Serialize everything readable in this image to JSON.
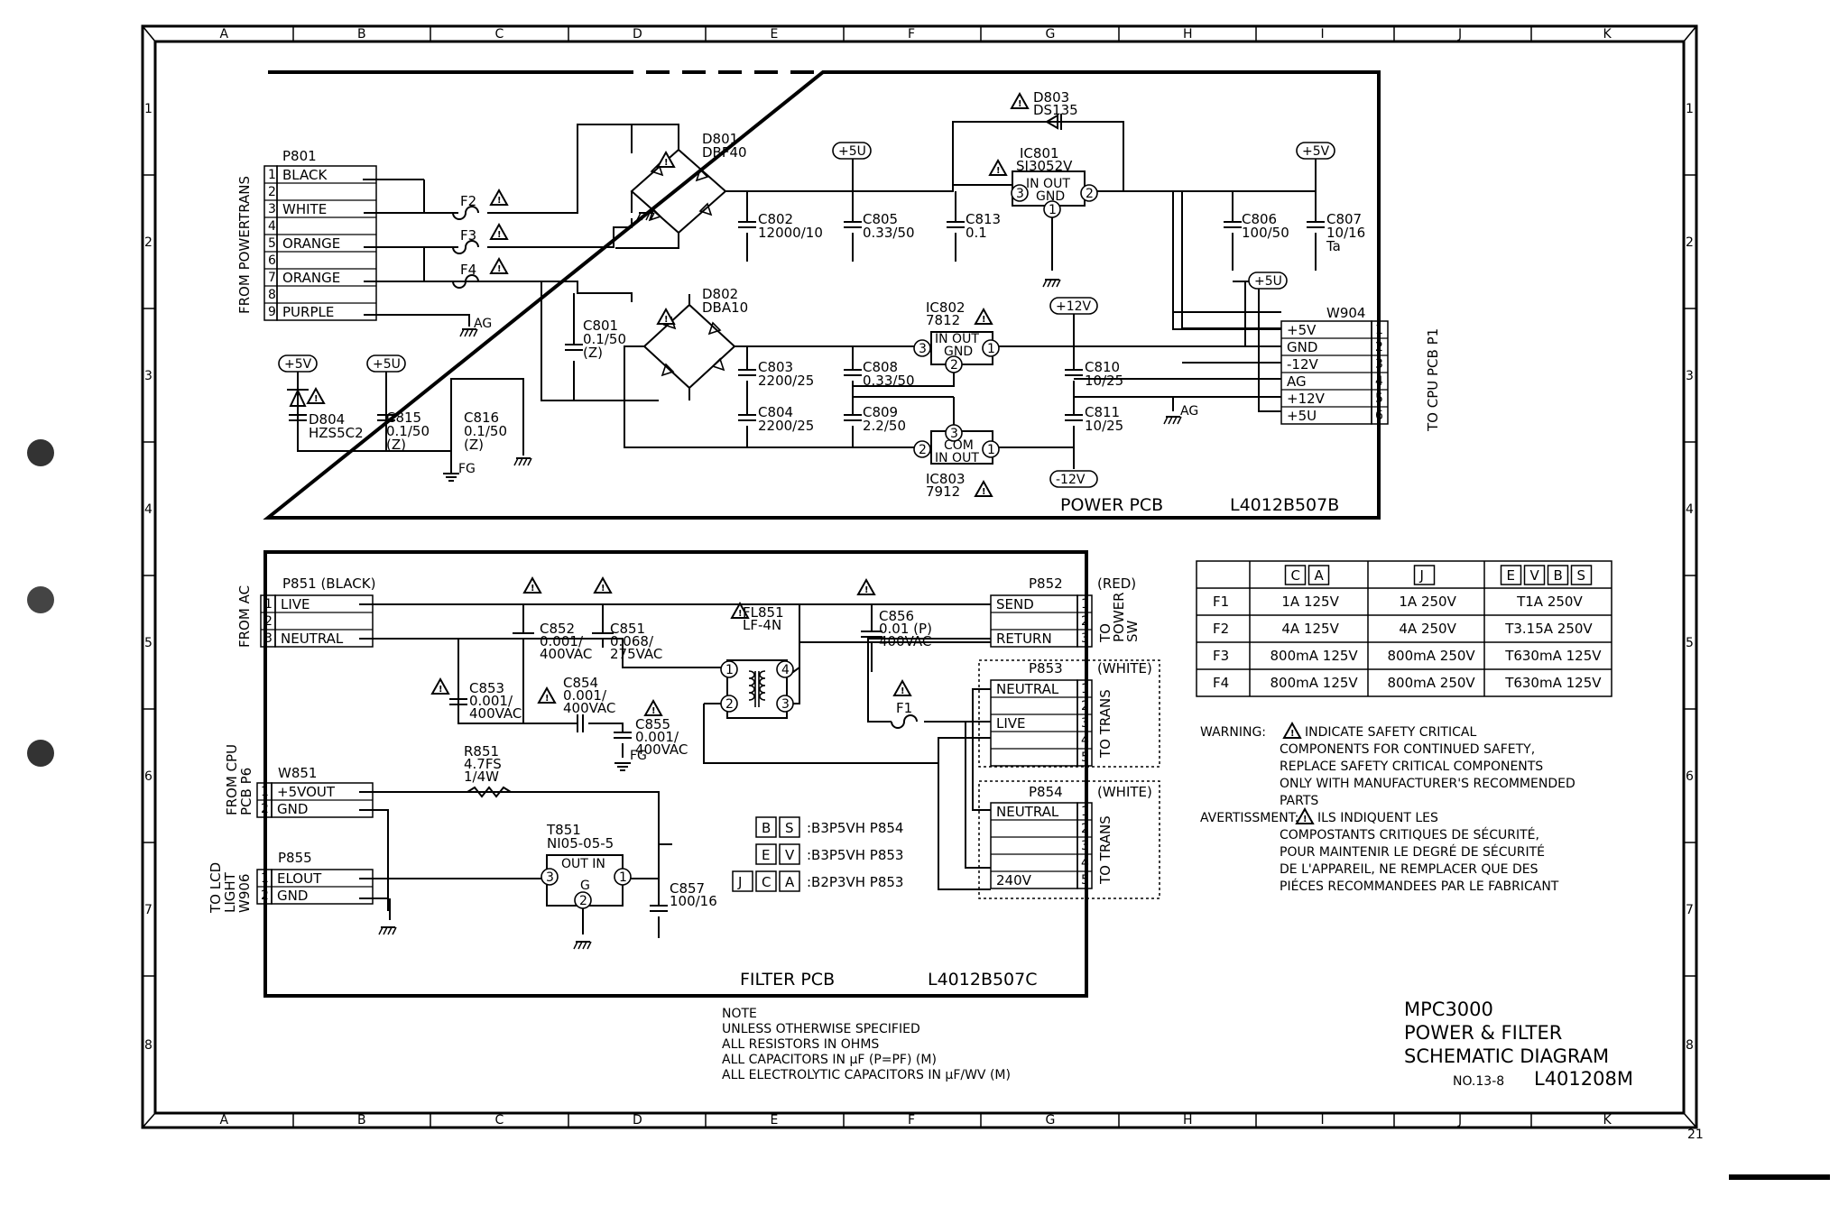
{
  "frame": {
    "columns": [
      "A",
      "B",
      "C",
      "D",
      "E",
      "F",
      "G",
      "H",
      "I",
      "J",
      "K"
    ],
    "rows": [
      "1",
      "2",
      "3",
      "4",
      "5",
      "6",
      "7",
      "8"
    ],
    "page_number": "21"
  },
  "power_pcb": {
    "label": "POWER PCB",
    "code": "L4012B507B",
    "from_power_trans": "FROM POWERTRANS",
    "to_cpu_pcb": "TO CPU PCB P1",
    "p801": {
      "name": "P801",
      "pins": [
        {
          "n": "1",
          "label": "BLACK"
        },
        {
          "n": "2",
          "label": ""
        },
        {
          "n": "3",
          "label": "WHITE"
        },
        {
          "n": "4",
          "label": ""
        },
        {
          "n": "5",
          "label": "ORANGE"
        },
        {
          "n": "6",
          "label": ""
        },
        {
          "n": "7",
          "label": "ORANGE"
        },
        {
          "n": "8",
          "label": ""
        },
        {
          "n": "9",
          "label": "PURPLE"
        }
      ]
    },
    "fuses": [
      "F2",
      "F3",
      "F4"
    ],
    "ag": "AG",
    "fg": "FG",
    "d801": [
      "D801",
      "DBF40"
    ],
    "d802": [
      "D802",
      "DBA10"
    ],
    "d803": [
      "D803",
      "DS135"
    ],
    "d804": [
      "D804",
      "HZS5C2"
    ],
    "ic801": {
      "name": "IC801",
      "part": "SI3052V",
      "in_out": "IN OUT",
      "gnd": "GND"
    },
    "ic802": {
      "name": "IC802",
      "part": "7812",
      "in_out": "IN OUT",
      "gnd": "GND"
    },
    "ic803": {
      "name": "IC803",
      "part": "7912",
      "com": "COM",
      "in_out": "IN OUT"
    },
    "pin_numbers": {
      "one": "1",
      "two": "2",
      "three": "3"
    },
    "caps": {
      "c801": [
        "C801",
        "0.1/50",
        "(Z)"
      ],
      "c802": [
        "C802",
        "12000/10"
      ],
      "c803": [
        "C803",
        "2200/25"
      ],
      "c804": [
        "C804",
        "2200/25"
      ],
      "c805": [
        "C805",
        "0.33/50"
      ],
      "c806": [
        "C806",
        "100/50"
      ],
      "c807": [
        "C807",
        "10/16",
        "Ta"
      ],
      "c808": [
        "C808",
        "0.33/50"
      ],
      "c809": [
        "C809",
        "2.2/50"
      ],
      "c810": [
        "C810",
        "10/25"
      ],
      "c811": [
        "C811",
        "10/25"
      ],
      "c813": [
        "C813",
        "0.1"
      ],
      "c815": [
        "C815",
        "0.1/50",
        "(Z)"
      ],
      "c816": [
        "C816",
        "0.1/50",
        "(Z)"
      ]
    },
    "rails": {
      "p5v": "+5V",
      "p5u": "+5U",
      "p12v": "+12V",
      "m12v": "-12V"
    },
    "w904": {
      "name": "W904",
      "pins": [
        {
          "n": "1",
          "label": "+5V"
        },
        {
          "n": "2",
          "label": "GND"
        },
        {
          "n": "3",
          "label": "-12V"
        },
        {
          "n": "4",
          "label": "AG"
        },
        {
          "n": "5",
          "label": "+12V"
        },
        {
          "n": "6",
          "label": "+5U"
        }
      ]
    }
  },
  "filter_pcb": {
    "label": "FILTER PCB",
    "code": "L4012B507C",
    "from_ac": "FROM AC",
    "from_cpu": [
      "FROM CPU",
      "PCB P6"
    ],
    "to_lcd": [
      "TO LCD",
      "LIGHT",
      "W906"
    ],
    "to_power_sw": [
      "TO",
      "POWER",
      "SW"
    ],
    "to_trans": "TO TRANS",
    "p851": {
      "name": "P851",
      "color": "(BLACK)",
      "pins": [
        {
          "n": "1",
          "label": "LIVE"
        },
        {
          "n": "2",
          "label": ""
        },
        {
          "n": "3",
          "label": "NEUTRAL"
        }
      ]
    },
    "p852": {
      "name": "P852",
      "color": "(RED)",
      "pins": [
        {
          "n": "1",
          "label": "SEND"
        },
        {
          "n": "2",
          "label": ""
        },
        {
          "n": "3",
          "label": "RETURN"
        }
      ]
    },
    "p853": {
      "name": "P853",
      "color": "(WHITE)",
      "pins": [
        {
          "n": "1",
          "label": "NEUTRAL"
        },
        {
          "n": "2",
          "label": ""
        },
        {
          "n": "3",
          "label": "LIVE"
        },
        {
          "n": "4",
          "label": ""
        },
        {
          "n": "5",
          "label": ""
        }
      ]
    },
    "p854": {
      "name": "P854",
      "color": "(WHITE)",
      "pins": [
        {
          "n": "1",
          "label": "NEUTRAL"
        },
        {
          "n": "2",
          "label": ""
        },
        {
          "n": "3",
          "label": ""
        },
        {
          "n": "4",
          "label": ""
        },
        {
          "n": "5",
          "label": "240V"
        }
      ]
    },
    "w851": {
      "name": "W851",
      "pins": [
        {
          "n": "1",
          "label": "+5VOUT"
        },
        {
          "n": "2",
          "label": "GND"
        }
      ]
    },
    "p855": {
      "name": "P855",
      "pins": [
        {
          "n": "1",
          "label": "ELOUT"
        },
        {
          "n": "2",
          "label": "GND"
        }
      ]
    },
    "caps": {
      "c851": [
        "C851",
        "0.068/",
        "275VAC"
      ],
      "c852": [
        "C852",
        "0.001/",
        "400VAC"
      ],
      "c853": [
        "C853",
        "0.001/",
        "400VAC"
      ],
      "c854": [
        "C854",
        "0.001/",
        "400VAC"
      ],
      "c855": [
        "C855",
        "0.001/",
        "400VAC"
      ],
      "c856": [
        "C856",
        "0.01 (P)",
        "400VAC"
      ],
      "c857": [
        "C857",
        "100/16"
      ]
    },
    "fl851": [
      "FL851",
      "LF-4N"
    ],
    "f1": "F1",
    "r851": [
      "R851",
      "4.7FS",
      "1/4W"
    ],
    "t851": {
      "name": "T851",
      "part": "NI05-05-5",
      "out_in": "OUT  IN",
      "g": "G"
    },
    "pin_numbers": {
      "one": "1",
      "two": "2",
      "three": "3",
      "four": "4"
    },
    "fg": "FG",
    "versions": [
      {
        "keys": [
          "B",
          "S"
        ],
        "text": "B3P5VH P854"
      },
      {
        "keys": [
          "E",
          "V"
        ],
        "text": "B3P5VH P853"
      },
      {
        "keys": [
          "J",
          "C",
          "A"
        ],
        "text": "B2P3VH P853"
      }
    ]
  },
  "fuse_table": {
    "headers": [
      [
        "C",
        "A"
      ],
      [
        "J"
      ],
      [
        "E",
        "V",
        "B",
        "S"
      ]
    ],
    "rows": [
      {
        "fuse": "F1",
        "values": [
          "1A 125V",
          "1A 250V",
          "T1A 250V"
        ]
      },
      {
        "fuse": "F2",
        "values": [
          "4A 125V",
          "4A 250V",
          "T3.15A 250V"
        ]
      },
      {
        "fuse": "F3",
        "values": [
          "800mA 125V",
          "800mA 250V",
          "T630mA 125V"
        ]
      },
      {
        "fuse": "F4",
        "values": [
          "800mA 125V",
          "800mA 250V",
          "T630mA 125V"
        ]
      }
    ]
  },
  "warning": {
    "label": "WARNING:",
    "lines": [
      "INDICATE SAFETY CRITICAL",
      "COMPONENTS FOR CONTINUED SAFETY,",
      "REPLACE SAFETY CRITICAL COMPONENTS",
      "ONLY WITH MANUFACTURER'S RECOMMENDED",
      "PARTS"
    ]
  },
  "avertissement": {
    "label": "AVERTISSMENT:",
    "lines": [
      "ILS INDIQUENT LES",
      "COMPOSTANTS CRITIQUES DE SÉCURITÉ,",
      "POUR MAINTENIR LE DEGRÉ DE SÉCURITÉ",
      "DE L'APPAREIL, NE REMPLACER QUE DES",
      "PIÉCES RECOMMANDEES PAR LE FABRICANT"
    ]
  },
  "note": {
    "lines": [
      "NOTE",
      "UNLESS OTHERWISE SPECIFIED",
      "ALL RESISTORS IN OHMS",
      "ALL CAPACITORS IN µF (P=PF) (M)",
      "ALL ELECTROLYTIC CAPACITORS IN µF/WV (M)"
    ]
  },
  "title_block": {
    "model": "MPC3000",
    "title1": "POWER & FILTER",
    "title2": "SCHEMATIC DIAGRAM",
    "number_prefix": "NO.13-8",
    "number": "L401208M"
  }
}
